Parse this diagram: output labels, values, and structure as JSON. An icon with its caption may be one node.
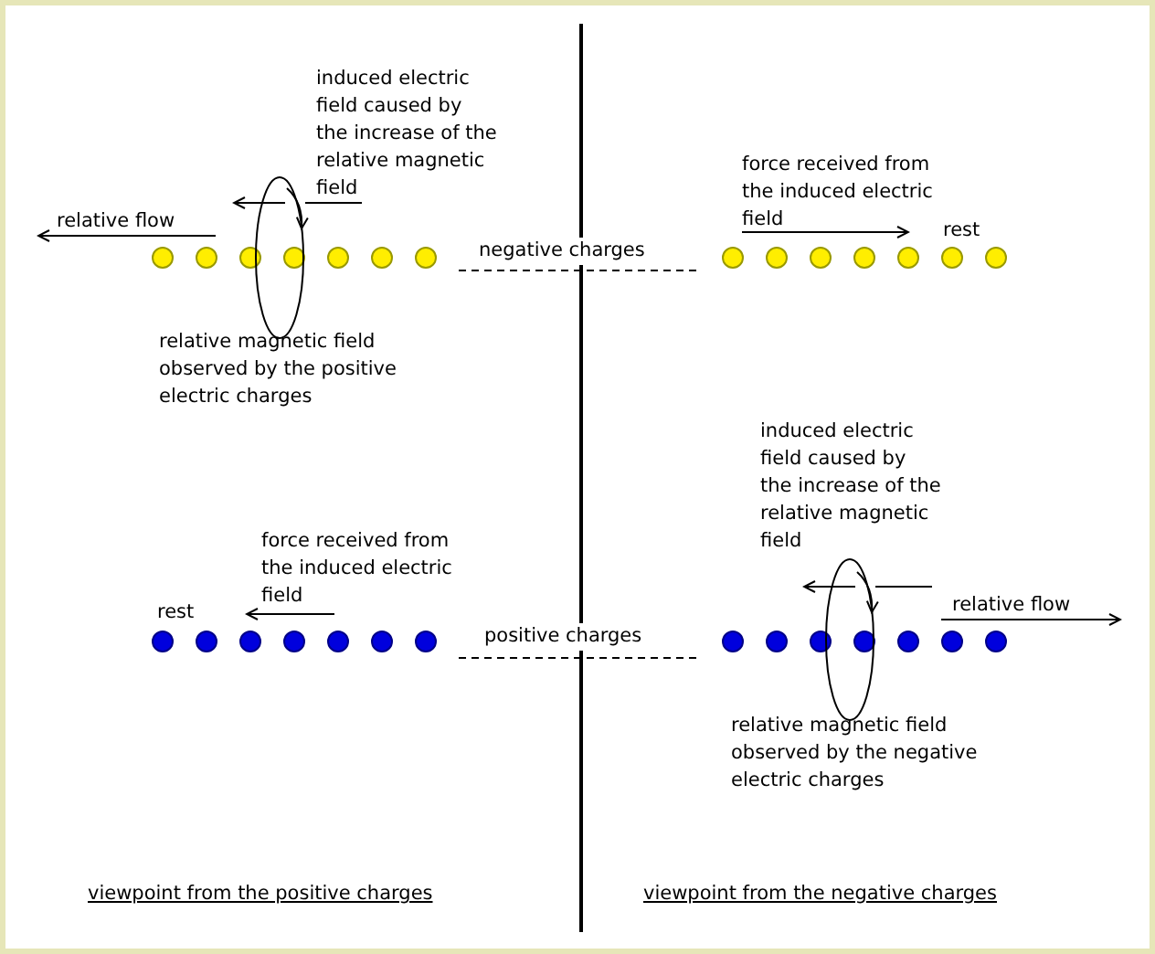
{
  "diagram": {
    "labels": [
      "induced electric field caused by the increase of the relative magnetic field",
      "relative flow",
      "force received from the induced electric field",
      "rest",
      "negative charges",
      "relative magnetic field observed by the positive electric charges",
      "induced electric field caused by the increase of the relative magnetic field",
      "force received from the induced electric field",
      "rest",
      "relative flow",
      "positive charges",
      "relative magnetic field observed by the negative electric charges",
      "viewpoint from the positive charges",
      "viewpoint from the negative charges"
    ]
  }
}
